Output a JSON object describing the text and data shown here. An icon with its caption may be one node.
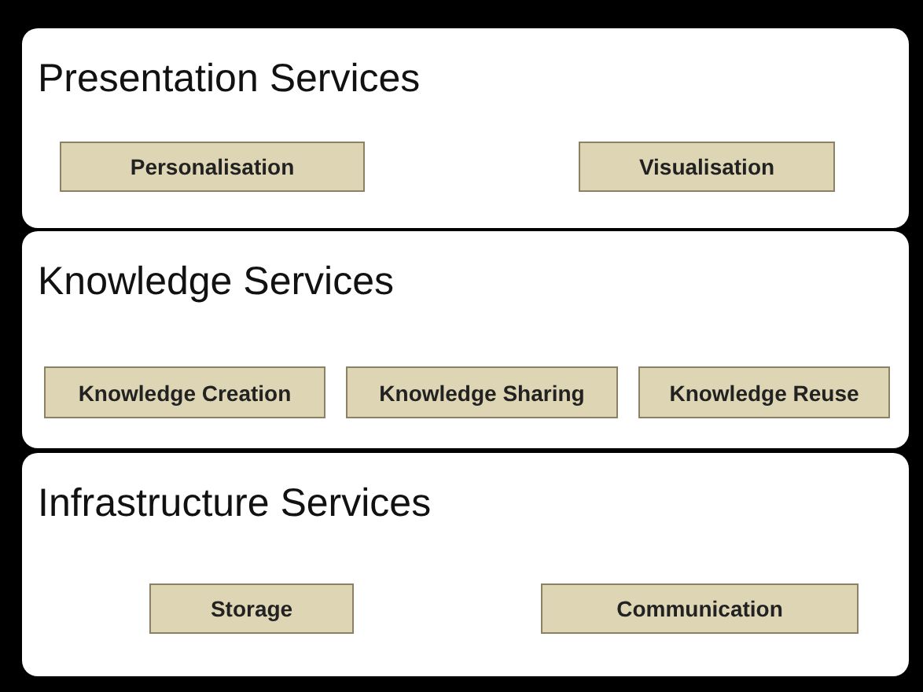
{
  "diagram": {
    "nodes": [
      {
        "text": [
          "Presentation Services"
        ]
      },
      {
        "text": [
          "Personalisation"
        ],
        "in": 0
      },
      {
        "text": [
          "Visualisation"
        ],
        "in": 0
      },
      {
        "text": [
          "Knowledge Services"
        ]
      },
      {
        "text": [
          "Knowledge Creation"
        ],
        "in": 3
      },
      {
        "text": [
          "Knowledge Sharing"
        ],
        "in": 3
      },
      {
        "text": [
          "Knowledge Reuse"
        ],
        "in": 3
      },
      {
        "text": [
          "Infrastructure Services"
        ]
      },
      {
        "text": [
          "Storage"
        ],
        "in": 7
      },
      {
        "text": [
          "Communication"
        ],
        "in": 7
      }
    ]
  }
}
